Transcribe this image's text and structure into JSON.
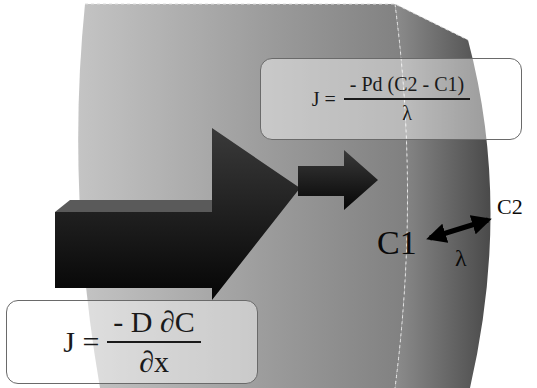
{
  "diagram": {
    "nodes": [
      {
        "text": [
          "J =",
          "- Pd (C2 - C1)",
          "λ"
        ]
      },
      {
        "text": [
          "J =",
          "- D ∂C",
          "∂x"
        ]
      }
    ],
    "labels": [
      "C1",
      "C2",
      "λ"
    ]
  }
}
